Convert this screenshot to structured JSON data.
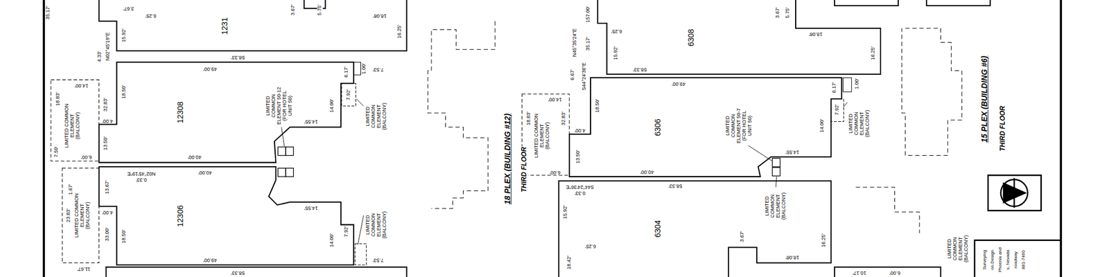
{
  "diagram": {
    "nodes": [
      {
        "text": [
          "1231"
        ]
      },
      {
        "text": [
          "12308"
        ]
      },
      {
        "text": [
          "12306"
        ]
      },
      {
        "text": [
          "6308"
        ]
      },
      {
        "text": [
          "6306"
        ]
      },
      {
        "text": [
          "6304"
        ]
      }
    ],
    "labels": [
      "35.17'",
      "3.67'",
      "6.25'",
      "3.67'",
      "5.75'",
      "18.08'",
      "15.92'",
      "16.25'",
      "4.33'",
      "N02°45'19\"E",
      "58.33'",
      "49.00'",
      "6.17'",
      "1.00'",
      "7.53'",
      "14.00'",
      "18.83'",
      "LIMITED COMMON ELEMENT (BALCONY)",
      "18.50'",
      "32.83'",
      "LIMITED COMMON ELEMENT 50-12 (FOR HOTEL UNIT 50)",
      "14.00'",
      "7.92'",
      "LIMITED COMMON ELEMENT (BALCONY)",
      "14.55'",
      "4.00'",
      "13.50'",
      "7.50'",
      "40.00'",
      "6.00'",
      "N02°45'19\"E",
      "0.33'",
      "40.00'",
      "1.67'",
      "13.67'",
      "LIMITED COMMON ELEMENT (BALCONY)",
      "23.83'",
      "4.00'",
      "33.00'",
      "14.55'",
      "18.50'",
      "14.00'",
      "7.92'",
      "LIMITED COMMON ELEMENT (BALCONY)",
      "11.67'",
      "49.00'",
      "7.53'",
      "58.33'",
      "157.00'",
      "N45°35'24\"E",
      "35.17'",
      "S44°24'36\"E",
      "6.67'",
      "6.25'",
      "15.92'",
      "3.67'",
      "5.75'",
      "18.08'",
      "16.25'",
      "58.33'",
      "49.00'",
      "14.00'",
      "18.83'",
      "LIMITED COMMON ELEMENT (BALCONY)",
      "32.83'",
      "18.50'",
      "6.17'",
      "1.00'",
      "LIMITED COMMON ELEMENT 50-7 (FOR HOTEL UNIT 50)",
      "14.00'",
      "7.92'",
      "LIMITED COMMON ELEMENT (BALCONY)",
      "14.55'",
      "4.00'",
      "13.50'",
      "40.00'",
      "6.00'",
      "S44°24'36\"E",
      "0.33'",
      "58.33'",
      "LIMITED COMMON ELEMENT (BALCONY)",
      "15.92'",
      "6.25'",
      "16.25'",
      "18.08'",
      "3.67'",
      "18.42'",
      "18 PLEX (BUILDING #12)",
      "THIRD FLOOR",
      "15 PLEX (BUILDING #6)",
      "THIRD FLOOR",
      "10.17'",
      "6.00'",
      "LIMITED COMMON ELEMENT (BALCONY)",
      "Surveying",
      "on Design",
      "Phoenix and",
      "s, Nevada",
      "roadway",
      "881-7460"
    ]
  }
}
